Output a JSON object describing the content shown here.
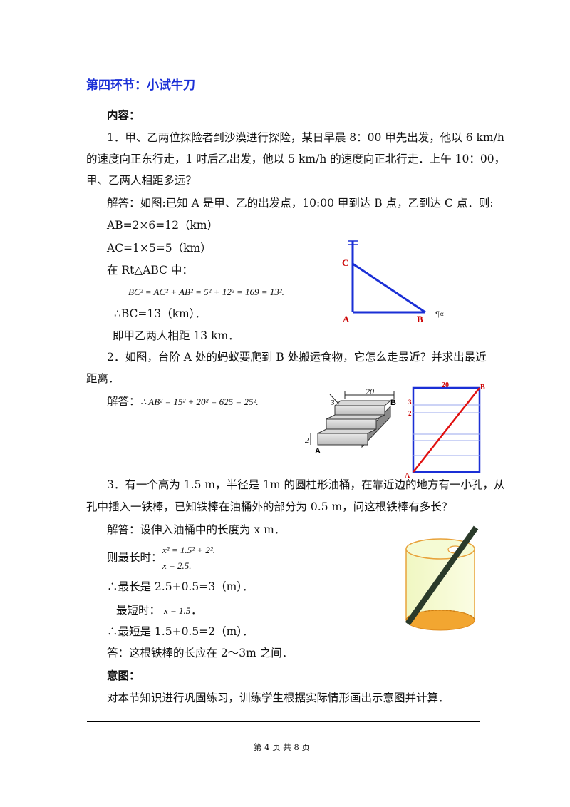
{
  "section_title": "第四环节：小试牛刀",
  "content_label": "内容：",
  "p1": {
    "l1": "1．甲、乙两位探险者到沙漠进行探险，某日早晨 8：00 甲先出发，他以 6  km/h",
    "l2": "的速度向正东行走，1 时后乙出发，他以 5  km/h 的速度向正北行走．上午 10：00，",
    "l3": "甲、乙两人相距多远？",
    "a1": "解答：如图:已知 A 是甲、乙的出发点，10:00 甲到达 B 点，乙到达 C 点．则:",
    "a2": "AB=2×6=12（km）",
    "a3": "AC=1×5=5（km）",
    "a4": "在 Rt△ABC 中：",
    "eq": "BC² = AC² + AB² = 5² + 12² = 169 = 13².",
    "a5": "∴BC=13（km）．",
    "a6": "即甲乙两人相距 13  km．"
  },
  "fig1": {
    "label_c": "C",
    "label_a": "A",
    "label_b": "B",
    "tail_mark": "¶«"
  },
  "p2": {
    "l1": "2．如图，台阶 A 处的蚂蚁要爬到 B 处搬运食物，它怎么走最近？并求出最近",
    "l2": "距离．",
    "a1": "解答：",
    "eq": "∴ AB² = 15² + 20² = 625 = 25²."
  },
  "fig2": {
    "width_label": "20",
    "depth_label": "3",
    "step_label": "2",
    "label_a": "A",
    "label_b": "B"
  },
  "fig3": {
    "top_label": "20",
    "label_b": "B",
    "label_a": "A",
    "side_3": "3",
    "side_2": "2"
  },
  "p3": {
    "l1": "3．有一个高为 1.5  m，半径是 1m 的圆柱形油桶，在靠近边的地方有一小孔，从",
    "l2": "孔中插入一铁棒，已知铁棒在油桶外的部分为 0.5  m，问这根铁棒有多长？",
    "a1": "解答：设伸入油桶中的长度为 x  m．",
    "a2_prefix": "则最长时：",
    "eq_a": "x² = 1.5² + 2².",
    "eq_b": "x = 2.5.",
    "a3": "∴最长是 2.5+0.5=3（m）．",
    "a4_prefix": "最短时：",
    "eq_c": "x = 1.5",
    "a4_suffix": "．",
    "a5": "∴最短是 1.5+0.5=2（m）．",
    "a6": "答：这根铁棒的长应在 2～3m 之间．"
  },
  "intent_label": "意图：",
  "intent_text": "对本节知识进行巩固练习，训练学生根据实际情形画出示意图并计算．",
  "footer": "第 4 页 共 8 页"
}
